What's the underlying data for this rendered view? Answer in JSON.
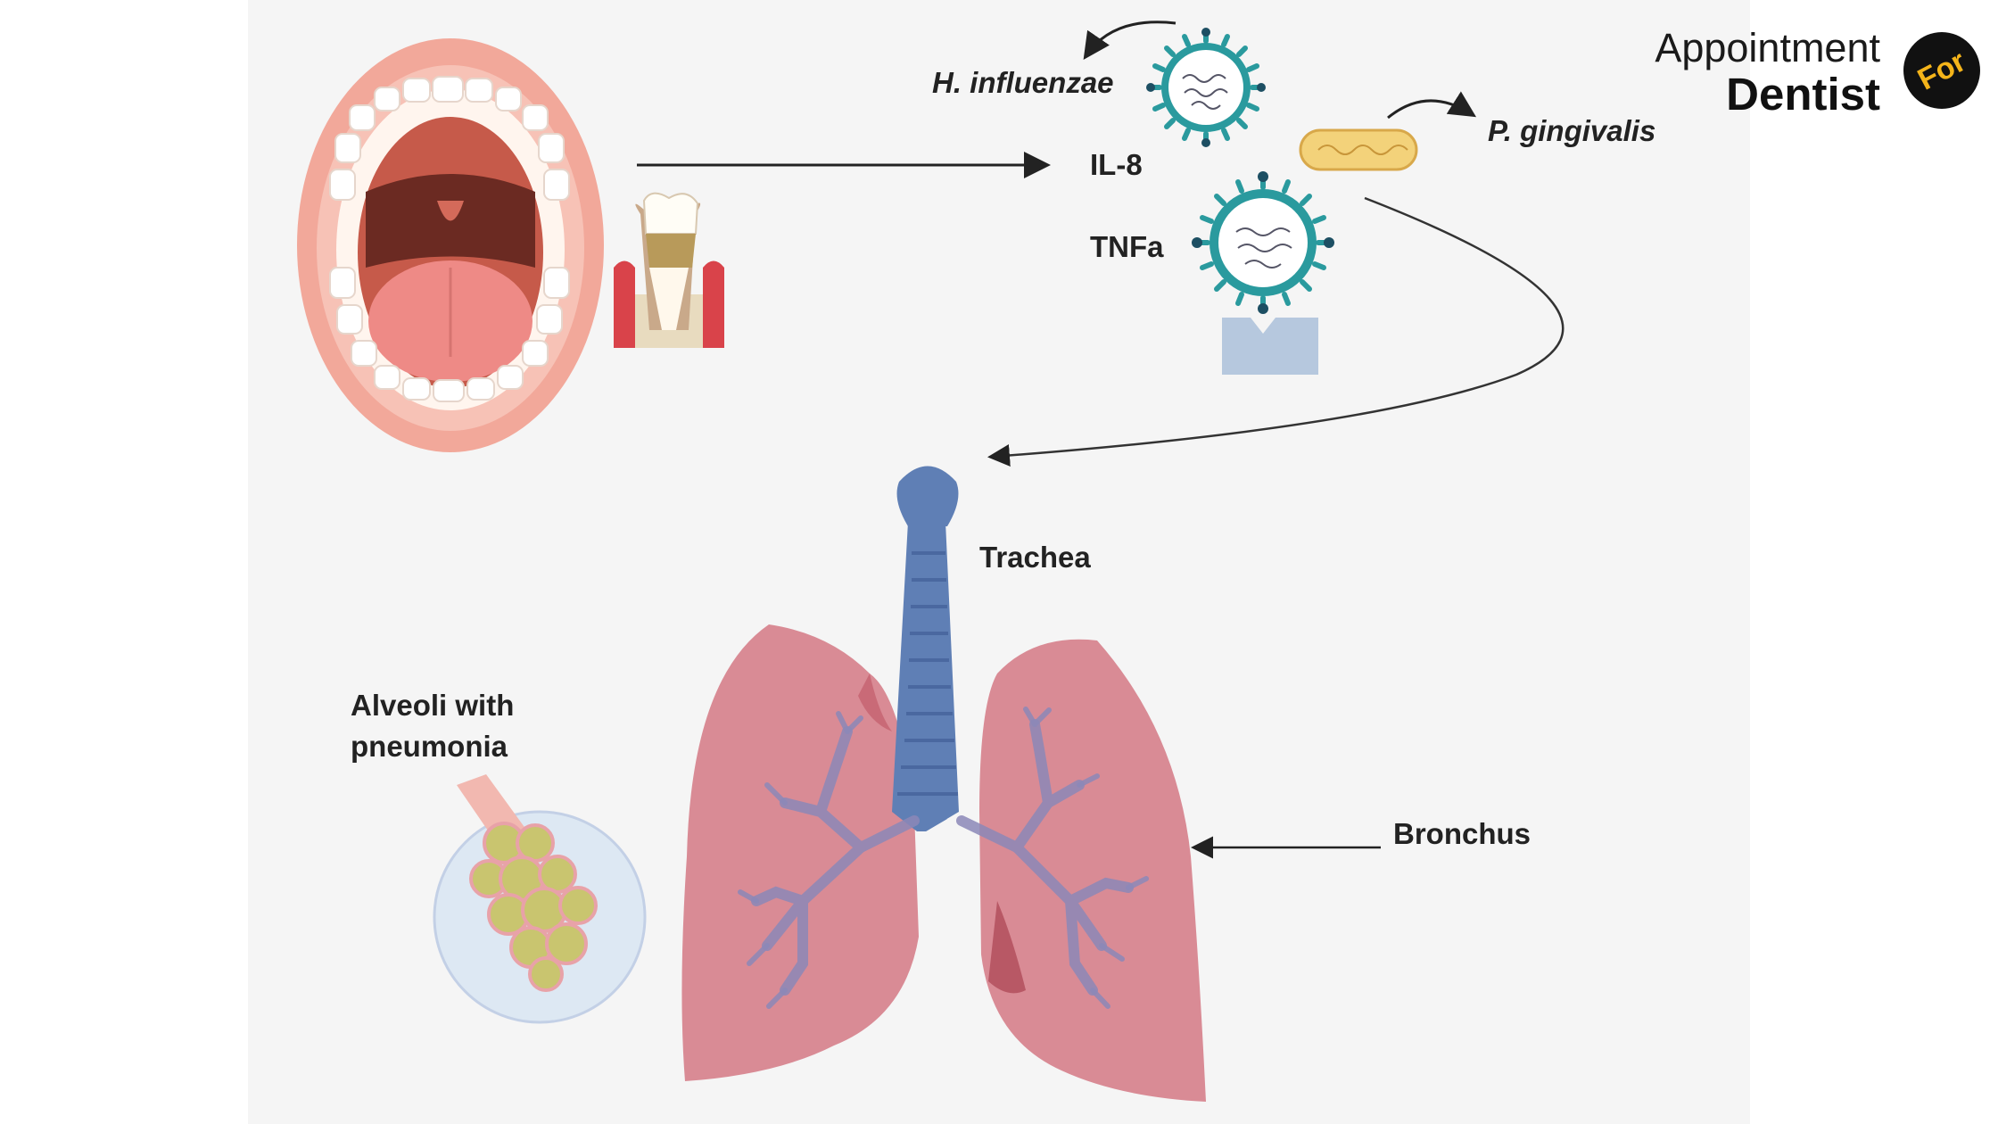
{
  "labels": {
    "h_influenzae": "H. influenzae",
    "il8": "IL-8",
    "tnfa": "TNFa",
    "p_gingivalis": "P. gingivalis",
    "trachea": "Trachea",
    "alveoli_line1": "Alveoli with",
    "alveoli_line2": "pneumonia",
    "bronchus": "Bronchus"
  },
  "brand": {
    "line1": "Appointment",
    "line2": "Dentist",
    "badge": "For"
  },
  "colors": {
    "panel": "#f5f5f5",
    "mouth_lips": "#f2a89a",
    "tongue": "#ee8a86",
    "lung": "#d98b95",
    "trachea": "#5f7fb5",
    "virus": "#2a9a9e",
    "bacterium": "#f3d27a",
    "alveoli": "#c9c56f",
    "brand_accent": "#f4b41a"
  },
  "icons": [
    "mouth-illustration",
    "tooth-with-plaque-illustration",
    "virus-icon",
    "bacterium-icon",
    "receptor-icon",
    "lungs-illustration",
    "alveoli-illustration"
  ]
}
